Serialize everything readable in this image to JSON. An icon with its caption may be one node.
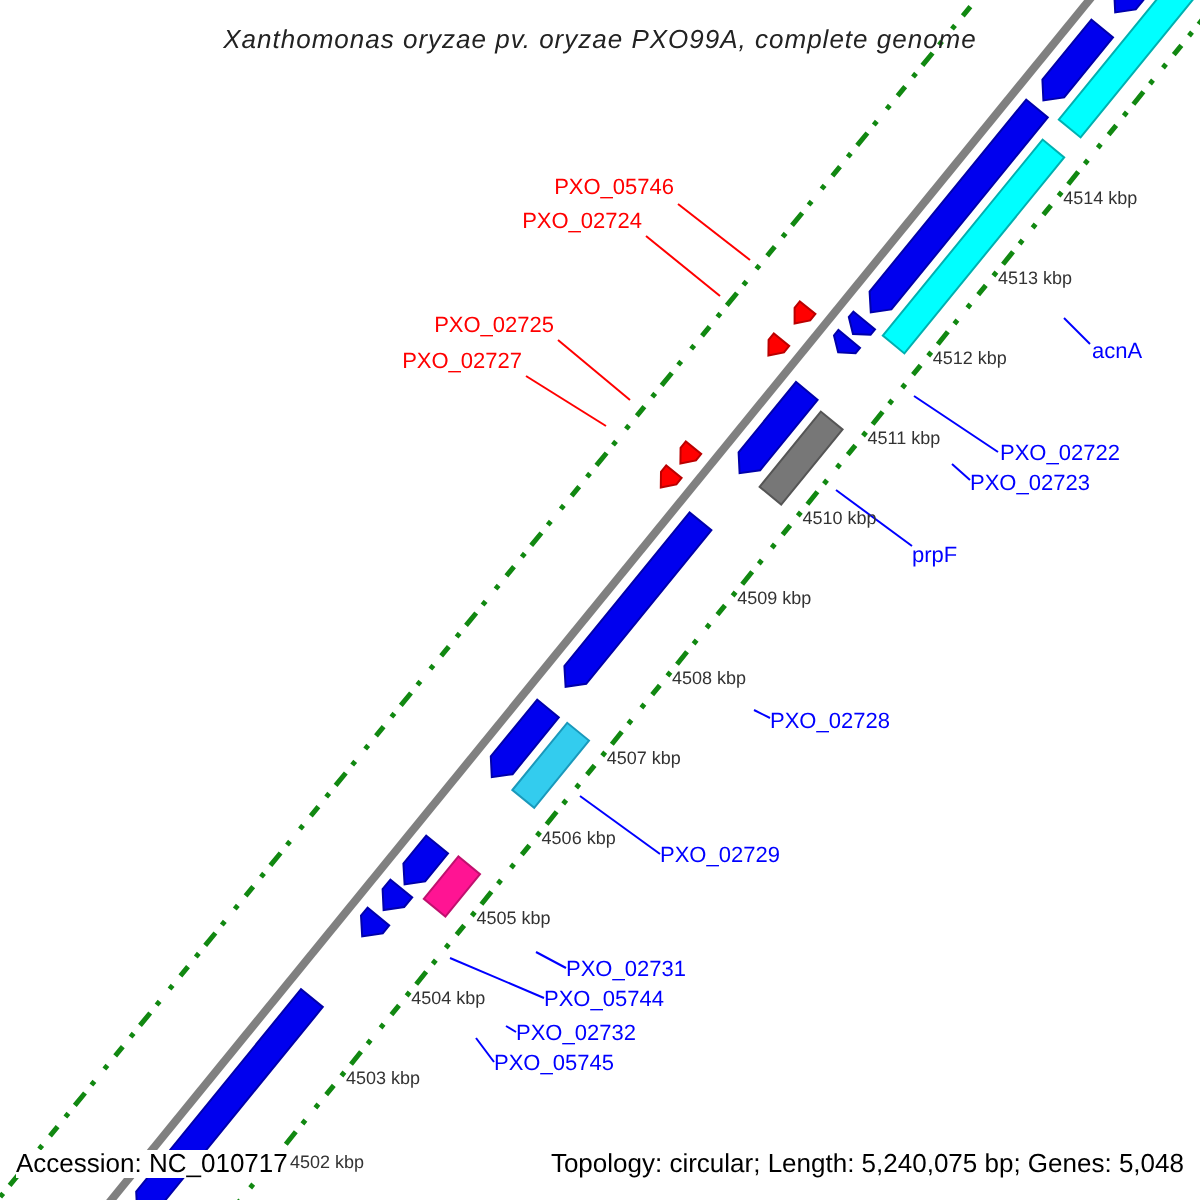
{
  "diagram": {
    "title": "Xanthomonas oryzae pv. oryzae PXO99A, complete genome",
    "nodes": [
      {
        "text": [
          "PXO_05746"
        ]
      },
      {
        "text": [
          "PXO_02724"
        ]
      },
      {
        "text": [
          "PXO_02725"
        ]
      },
      {
        "text": [
          "PXO_02727"
        ]
      },
      {
        "text": [
          "acnA"
        ]
      },
      {
        "text": [
          "PXO_02722"
        ]
      },
      {
        "text": [
          "PXO_02723"
        ]
      },
      {
        "text": [
          "prpF"
        ]
      },
      {
        "text": [
          "PXO_02728"
        ]
      },
      {
        "text": [
          "PXO_02729"
        ]
      },
      {
        "text": [
          "PXO_02731"
        ]
      },
      {
        "text": [
          "PXO_05744"
        ]
      },
      {
        "text": [
          "PXO_02732"
        ]
      },
      {
        "text": [
          "PXO_05745"
        ]
      }
    ],
    "edges": [
      {
        "from": 0,
        "to": null,
        "arrow": "none",
        "color": "#ff0000"
      },
      {
        "from": 1,
        "to": null,
        "arrow": "none",
        "color": "#ff0000"
      },
      {
        "from": 2,
        "to": null,
        "arrow": "none",
        "color": "#ff0000"
      },
      {
        "from": 3,
        "to": null,
        "arrow": "none",
        "color": "#ff0000"
      },
      {
        "from": 4,
        "to": null,
        "arrow": "none"
      },
      {
        "from": 5,
        "to": null,
        "arrow": "none"
      },
      {
        "from": 6,
        "to": null,
        "arrow": "none"
      },
      {
        "from": 7,
        "to": null,
        "arrow": "none"
      },
      {
        "from": 8,
        "to": null,
        "arrow": "none"
      },
      {
        "from": 9,
        "to": null,
        "arrow": "none"
      },
      {
        "from": 10,
        "to": null,
        "arrow": "none"
      },
      {
        "from": 11,
        "to": null,
        "arrow": "none"
      },
      {
        "from": 12,
        "to": null,
        "arrow": "none"
      },
      {
        "from": 13,
        "to": null,
        "arrow": "none"
      }
    ],
    "labels": [
      "4514 kbp",
      "4513 kbp",
      "4512 kbp",
      "4511 kbp",
      "4510 kbp",
      "4509 kbp",
      "4508 kbp",
      "4507 kbp",
      "4506 kbp",
      "4505 kbp",
      "4504 kbp",
      "4503 kbp",
      "Accession: NC_010717",
      "4502 kbp",
      "Topology: circular; Length: 5,240,075 bp; Genes: 5,048"
    ]
  }
}
